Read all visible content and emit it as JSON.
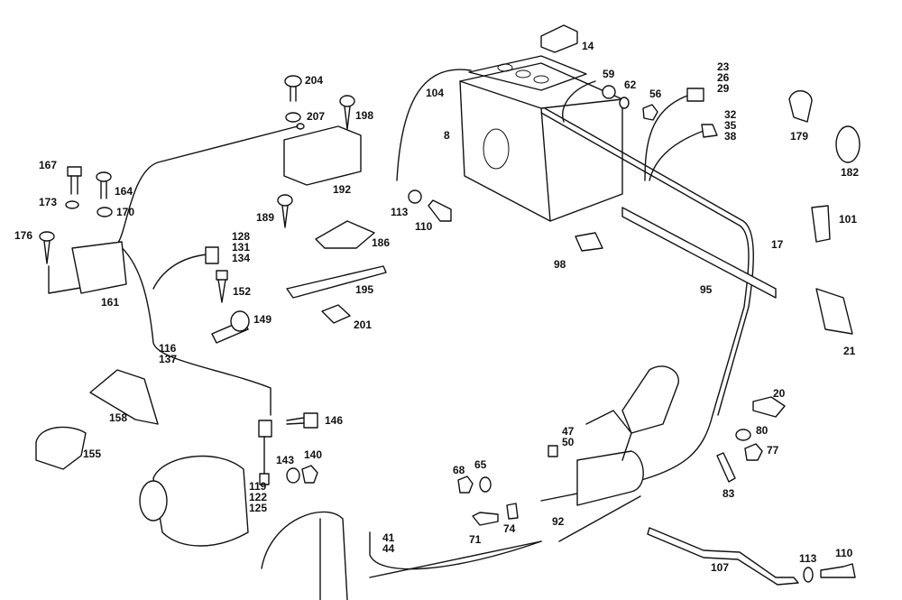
{
  "diagram": {
    "callouts": {
      "p14": "14",
      "p23": "23",
      "p26": "26",
      "p29": "29",
      "p59": "59",
      "p62": "62",
      "p56": "56",
      "p104": "104",
      "p8": "8",
      "p32": "32",
      "p35": "35",
      "p38": "38",
      "p179": "179",
      "p182": "182",
      "p101": "101",
      "p17": "17",
      "p98": "98",
      "p95": "95",
      "p21": "21",
      "p113a": "113",
      "p110a": "110",
      "p204": "204",
      "p207": "207",
      "p198": "198",
      "p192": "192",
      "p167": "167",
      "p164": "164",
      "p173": "173",
      "p170": "170",
      "p176": "176",
      "p161": "161",
      "p189": "189",
      "p186": "186",
      "p128": "128",
      "p131": "131",
      "p134": "134",
      "p152": "152",
      "p195": "195",
      "p149": "149",
      "p201": "201",
      "p116": "116",
      "p137": "137",
      "p158": "158",
      "p146": "146",
      "p155": "155",
      "p143": "143",
      "p140": "140",
      "p119": "119",
      "p122": "122",
      "p125": "125",
      "p47": "47",
      "p50": "50",
      "p68": "68",
      "p65": "65",
      "p20": "20",
      "p80": "80",
      "p77": "77",
      "p83": "83",
      "p92": "92",
      "p71": "71",
      "p74": "74",
      "p41": "41",
      "p44": "44",
      "p107": "107",
      "p113b": "113",
      "p110b": "110"
    },
    "line_color": "#111111",
    "background": "#ffffff"
  }
}
